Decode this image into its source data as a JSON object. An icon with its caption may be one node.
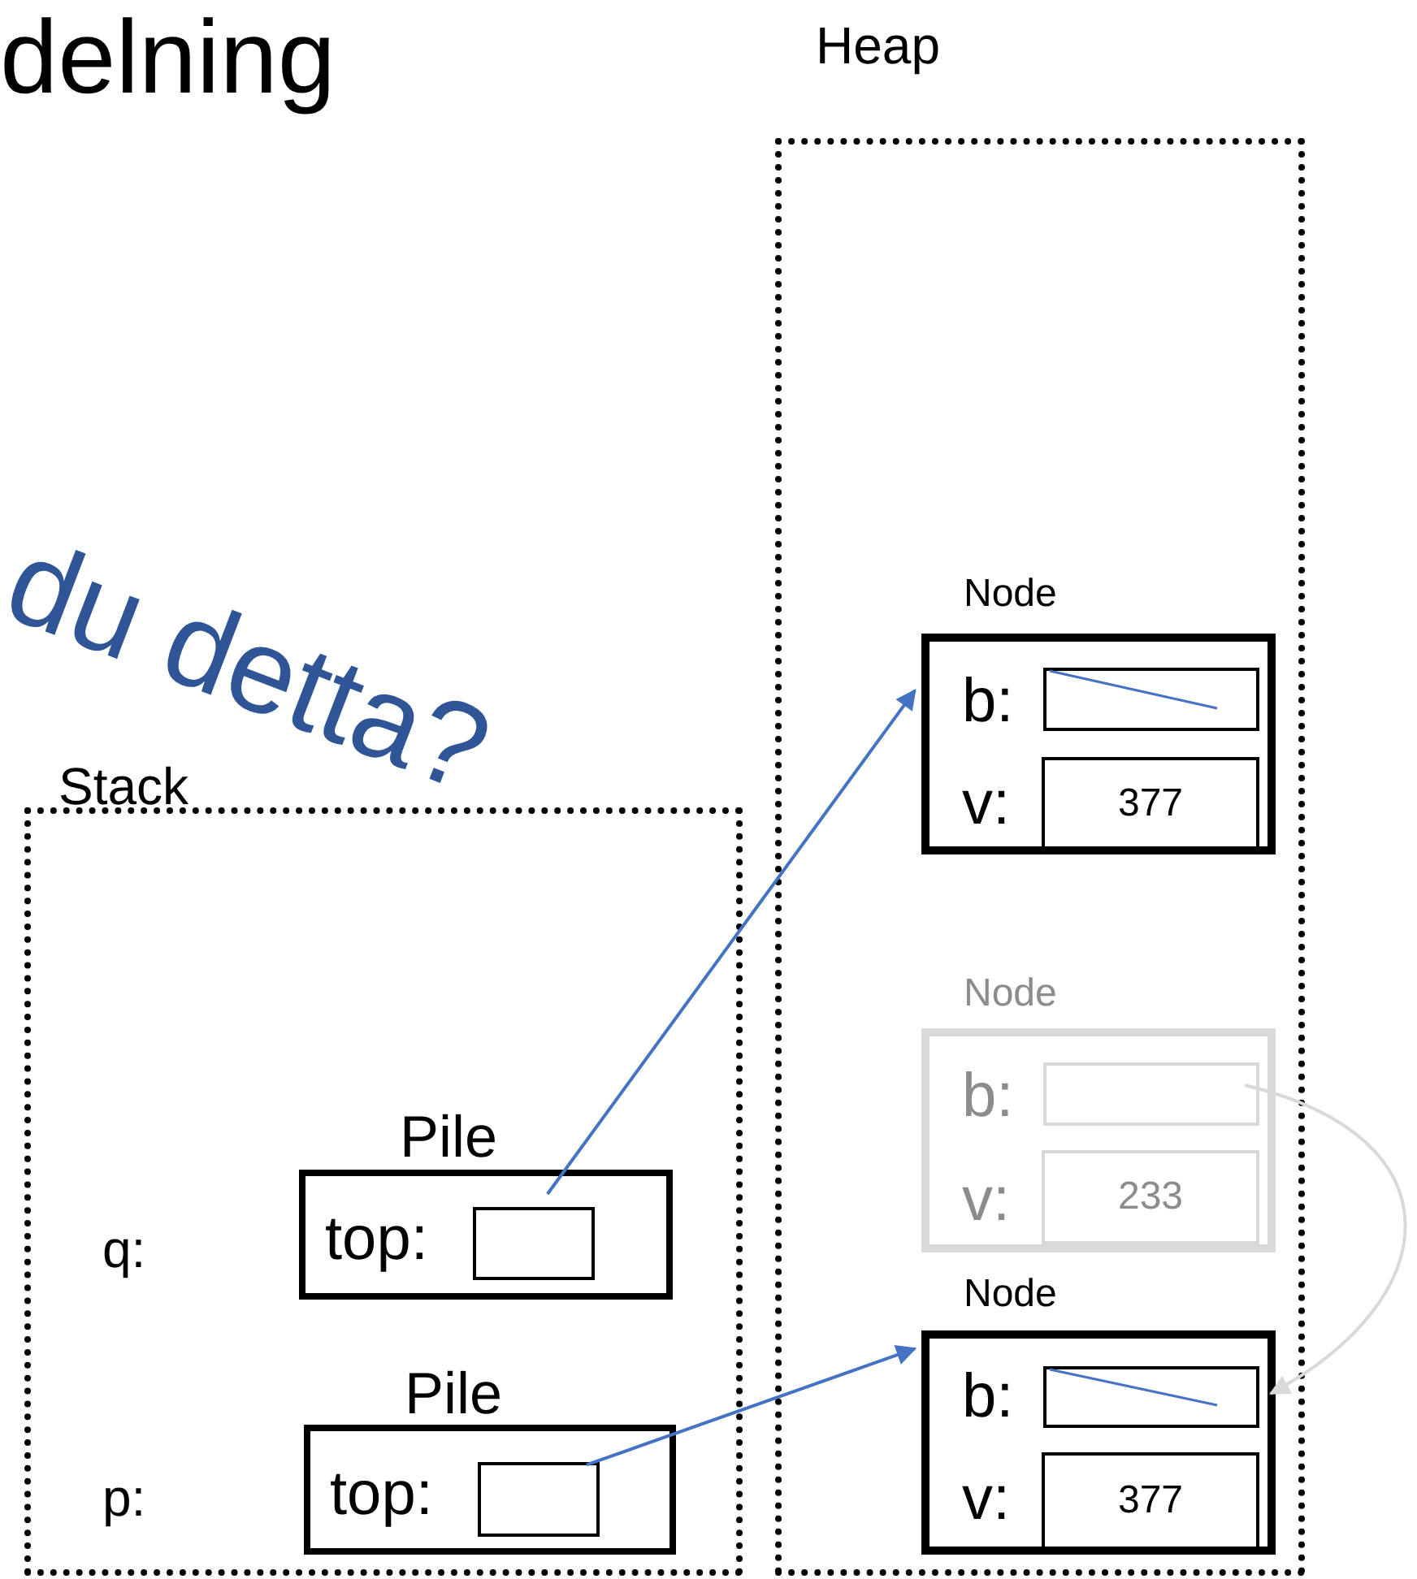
{
  "diagram": {
    "title": "delning",
    "nodes": [
      {
        "text": [
          "Stack"
        ]
      },
      {
        "text": [
          "Heap"
        ]
      },
      {
        "text": [
          "Pile",
          "top:"
        ],
        "in": 0,
        "beside": [
          "q:"
        ]
      },
      {
        "text": [],
        "shape": "box",
        "in": 2
      },
      {
        "text": [
          "Pile",
          "top:"
        ],
        "in": 0,
        "beside": [
          "p:"
        ]
      },
      {
        "text": [],
        "shape": "box",
        "in": 4
      },
      {
        "text": [
          "Node",
          "b:",
          "v:"
        ],
        "in": 1
      },
      {
        "text": [],
        "shape": "box",
        "in": 6
      },
      {
        "text": [
          "377"
        ],
        "in": 6
      },
      {
        "text": [
          "Node",
          "b:",
          "v:"
        ],
        "in": 1
      },
      {
        "text": [],
        "shape": "box",
        "in": 9
      },
      {
        "text": [
          "233"
        ],
        "in": 9
      },
      {
        "text": [
          "Node",
          "b:",
          "v:"
        ],
        "in": 1
      },
      {
        "text": [],
        "shape": "box",
        "in": 12
      },
      {
        "text": [
          "377"
        ],
        "in": 12
      }
    ],
    "edges": [
      {
        "from": 3,
        "to": 6,
        "arrow": "to"
      },
      {
        "from": 5,
        "to": 12,
        "arrow": "to"
      },
      {
        "from": 10,
        "to": 12,
        "arrow": "to",
        "color": "#d9d9d9"
      }
    ],
    "labels": [
      "du detta?"
    ]
  }
}
